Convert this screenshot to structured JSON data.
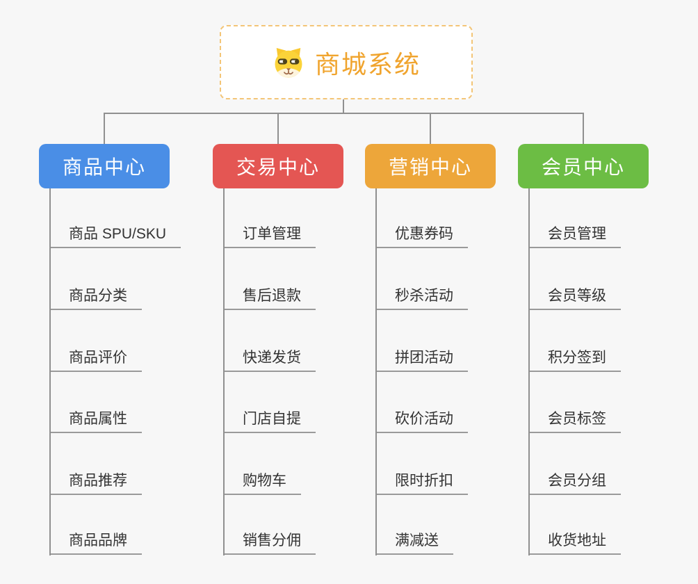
{
  "root": {
    "title": "商城系统",
    "icon": "dog-mascot-icon"
  },
  "branches": [
    {
      "label": "商品中心",
      "color": "#4a8ee6",
      "items": [
        "商品 SPU/SKU",
        "商品分类",
        "商品评价",
        "商品属性",
        "商品推荐",
        "商品品牌"
      ]
    },
    {
      "label": "交易中心",
      "color": "#e45653",
      "items": [
        "订单管理",
        "售后退款",
        "快递发货",
        "门店自提",
        "购物车",
        "销售分佣"
      ]
    },
    {
      "label": "营销中心",
      "color": "#eda63a",
      "items": [
        "优惠券码",
        "秒杀活动",
        "拼团活动",
        "砍价活动",
        "限时折扣",
        "满减送"
      ]
    },
    {
      "label": "会员中心",
      "color": "#6cbd44",
      "items": [
        "会员管理",
        "会员等级",
        "积分签到",
        "会员标签",
        "会员分组",
        "收货地址"
      ]
    }
  ],
  "colors": {
    "background": "#f7f7f7",
    "connector_line": "#909090",
    "root_border": "#f3c577",
    "root_text": "#f0a42e",
    "item_text": "#333333"
  }
}
